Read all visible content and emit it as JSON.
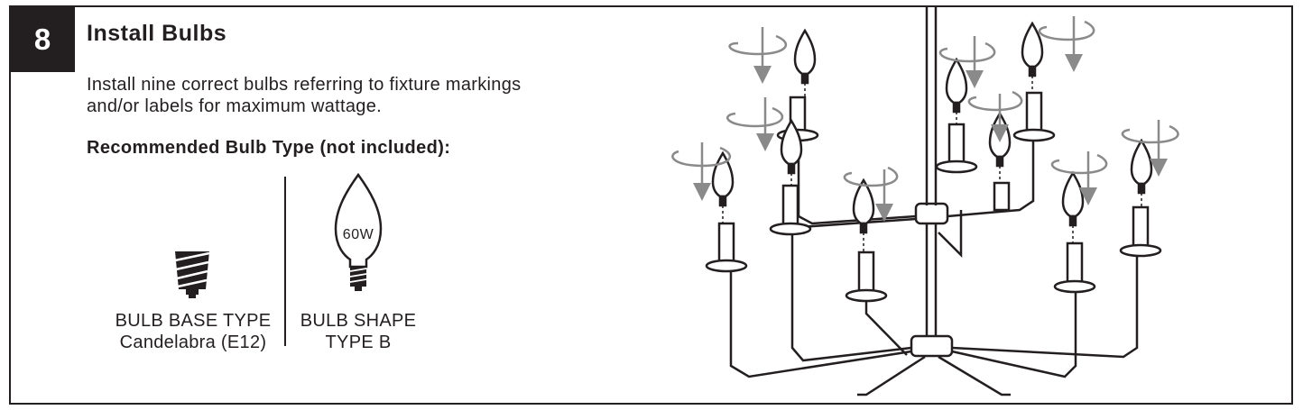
{
  "step": {
    "number": "8",
    "title": "Install Bulbs",
    "instruction_line1": "Install nine correct bulbs referring to fixture markings",
    "instruction_line2": "and/or labels for maximum wattage."
  },
  "recommendation": {
    "heading": "Recommended Bulb Type (not included):",
    "base": {
      "line1": "BULB BASE TYPE",
      "line2": "Candelabra (E12)"
    },
    "shape": {
      "line1": "BULB SHAPE",
      "line2": "TYPE B",
      "wattage": "60W"
    }
  },
  "illustration": {
    "bulb_count": 9,
    "icon": "chandelier-icon"
  },
  "colors": {
    "ink": "#231f20",
    "arrow_gray": "#8a8a8a",
    "background": "#ffffff"
  }
}
